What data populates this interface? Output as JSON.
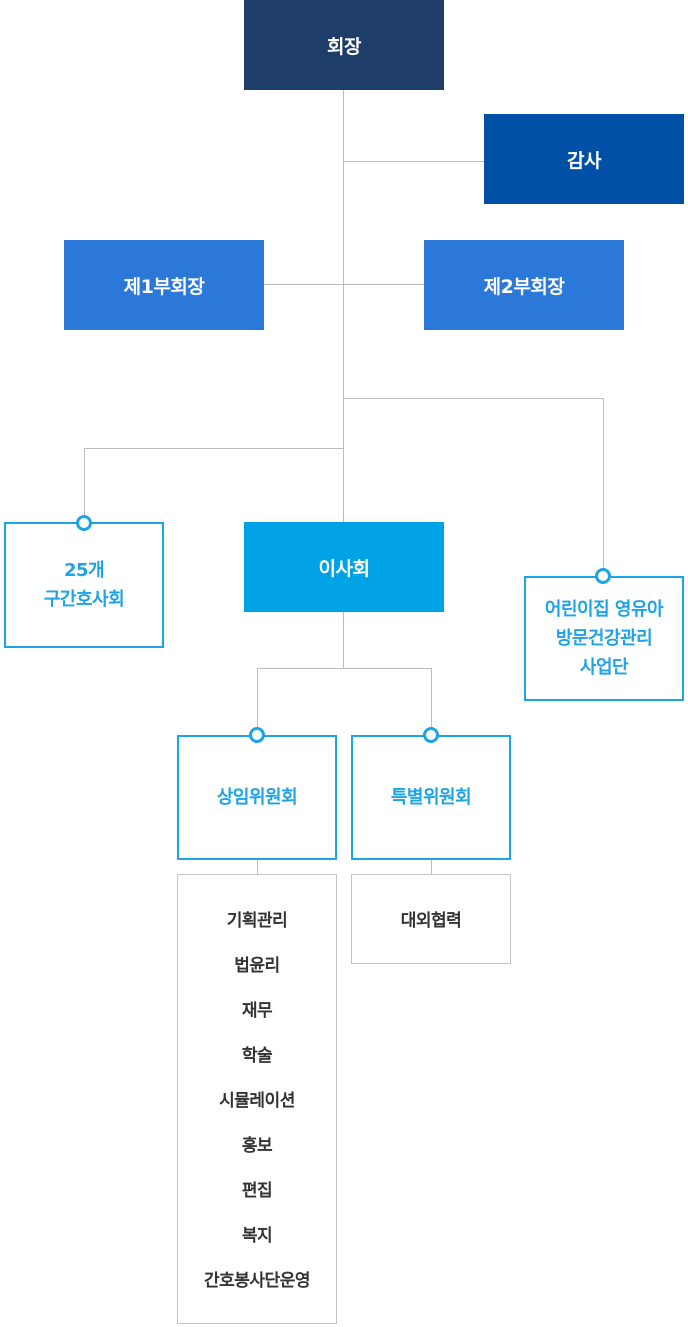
{
  "chairman": "회장",
  "auditor": "감사",
  "vice_chair_1": "제1부회장",
  "vice_chair_2": "제2부회장",
  "board": "이사회",
  "district_assoc": "25개\n구간호사회",
  "visit_health_team": "어린이집 영유아\n방문건강관리\n사업단",
  "standing_committee": {
    "title": "상임위원회",
    "items": [
      "기획관리",
      "법윤리",
      "재무",
      "학술",
      "시뮬레이션",
      "홍보",
      "편집",
      "복지",
      "간호봉사단운영"
    ]
  },
  "special_committee": {
    "title": "특별위원회",
    "items": [
      "대외협력"
    ]
  },
  "colors": {
    "chairman": "#1f3d69",
    "auditor": "#0050a8",
    "vice_chair": "#2b78d9",
    "board": "#00a2e6",
    "outline": "#1ea3e6",
    "connector": "#bdbdbd"
  }
}
